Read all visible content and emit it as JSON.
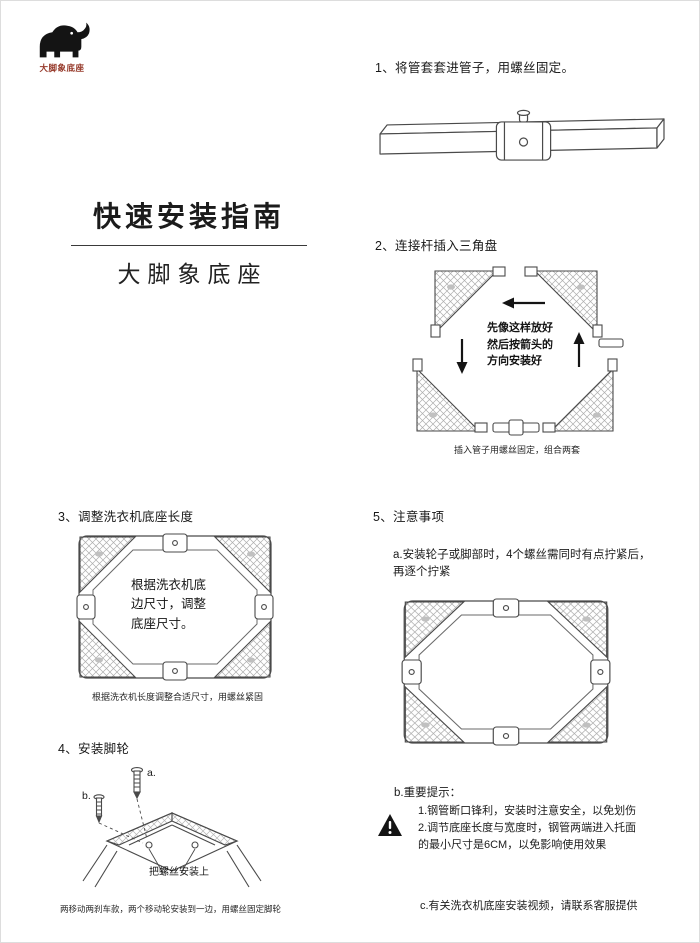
{
  "colors": {
    "brand_red": "#96392a",
    "ink": "#141414"
  },
  "brand": {
    "name": "大脚象底座"
  },
  "title": {
    "main": "快速安装指南",
    "sub": "大脚象底座"
  },
  "step1": {
    "heading": "1、将管套套进管子，用螺丝固定。"
  },
  "step2": {
    "heading": "2、连接杆插入三角盘",
    "center_note": "先像这样放好\n然后按箭头的\n方向安装好",
    "caption": "插入管子用螺丝固定，组合两套"
  },
  "step3": {
    "heading": "3、调整洗衣机底座长度",
    "center_note": "根据洗衣机底\n边尺寸，调整\n底座尺寸。",
    "caption": "根据洗衣机长度调整合适尺寸，用螺丝紧固"
  },
  "step4": {
    "heading": "4、安装脚轮",
    "label_a": "a.",
    "label_b": "b.",
    "note": "把螺丝安装上",
    "caption": "两移动两刹车款，两个移动轮安装到一边，用螺丝固定脚轮"
  },
  "step5": {
    "heading": "5、注意事项",
    "note_a": "a.安装轮子或脚部时，4个螺丝需同时有点拧紧后，\n再逐个拧紧"
  },
  "important": {
    "heading": "b.重要提示：",
    "text": "1.钢管断口锋利，安装时注意安全，以免划伤\n2.调节底座长度与宽度时，钢管两端进入托面\n的最小尺寸是6CM，以免影响使用效果"
  },
  "footer": {
    "note_c": "c.有关洗衣机底座安装视频，请联系客服提供"
  }
}
